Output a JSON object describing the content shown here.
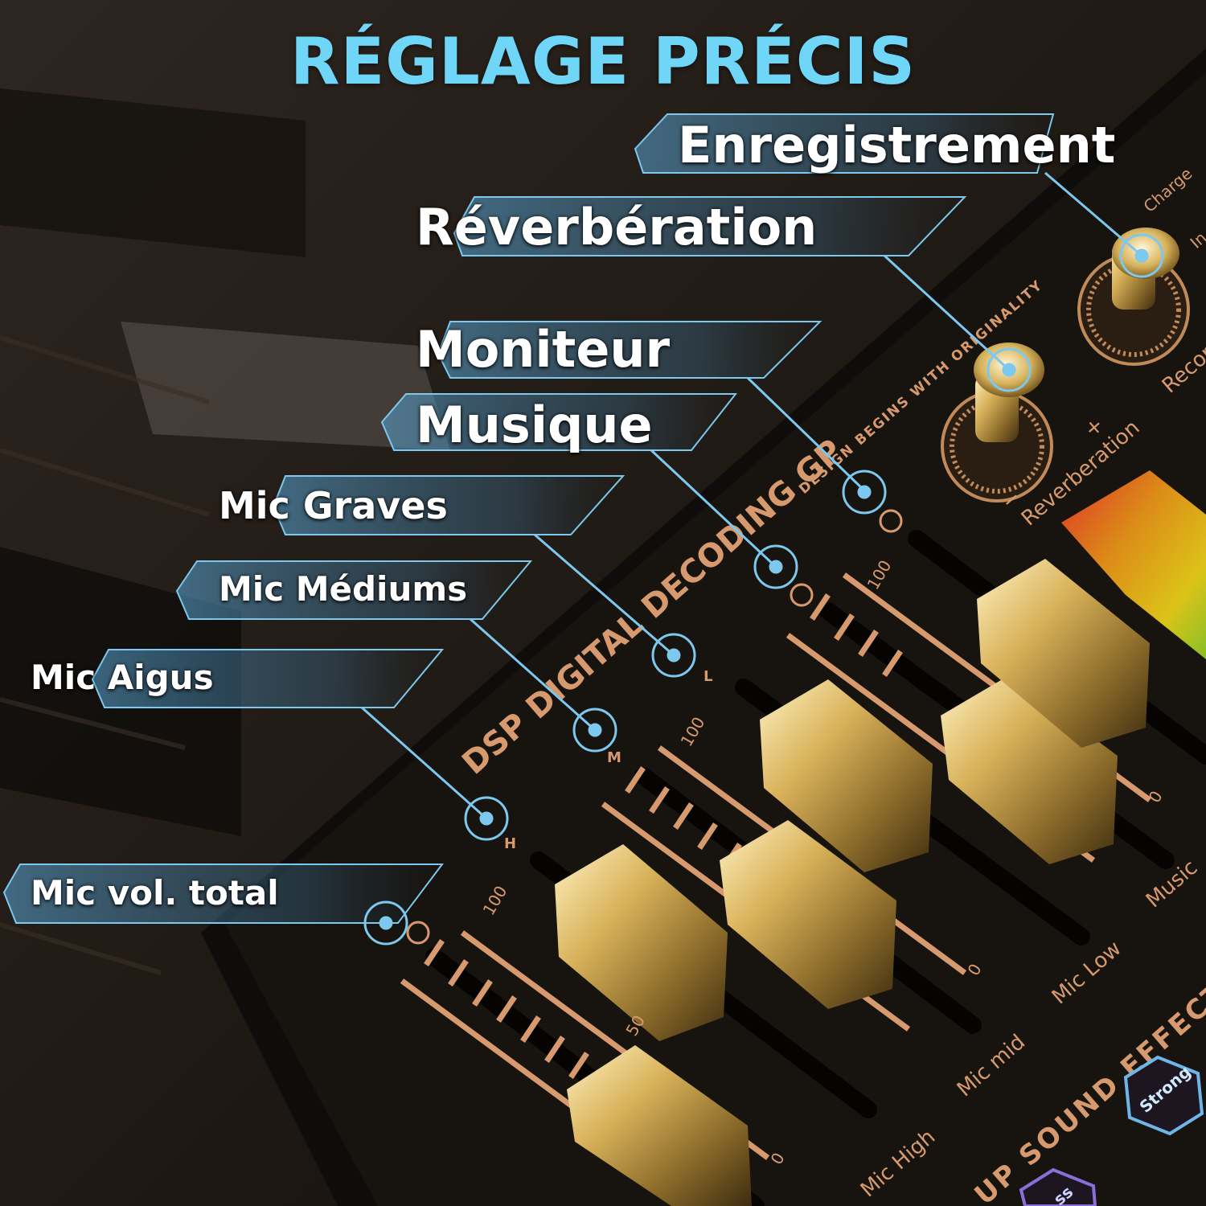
{
  "title": "RÉGLAGE PRÉCIS",
  "callouts": [
    {
      "label": "Enregistrement"
    },
    {
      "label": "Réverbération"
    },
    {
      "label": "Moniteur"
    },
    {
      "label": "Musique"
    },
    {
      "label": "Mic Graves"
    },
    {
      "label": "Mic Médiums"
    },
    {
      "label": "Mic Aigus"
    },
    {
      "label": "Mic vol. total"
    }
  ],
  "device": {
    "brand_text": "DSP DIGITAL DECODING GP",
    "tagline": "DESIGN BEGINS WITH ORIGINALITY",
    "knob_labels": [
      "Reverberation",
      "Record",
      "Charge",
      "In"
    ],
    "knob_minus": "−",
    "knob_plus": "+",
    "slider_labels": [
      "Mic High",
      "Mic mid",
      "Mic Low",
      "Music"
    ],
    "scale_top": "100",
    "scale_mid": "50",
    "scale_bottom": "0",
    "channel_letters": [
      "H",
      "M",
      "L"
    ],
    "effects_text": "UP SOUND EFFECTS",
    "buttons": [
      "Strong",
      "ss"
    ]
  },
  "colors": {
    "accent": "#6fd6f7",
    "panel": "#17130f",
    "copper": "#d79a6e",
    "gold": "#d8b766"
  },
  "icons": [
    "headphone-icon",
    "music-note-icon",
    "mic-icon"
  ]
}
